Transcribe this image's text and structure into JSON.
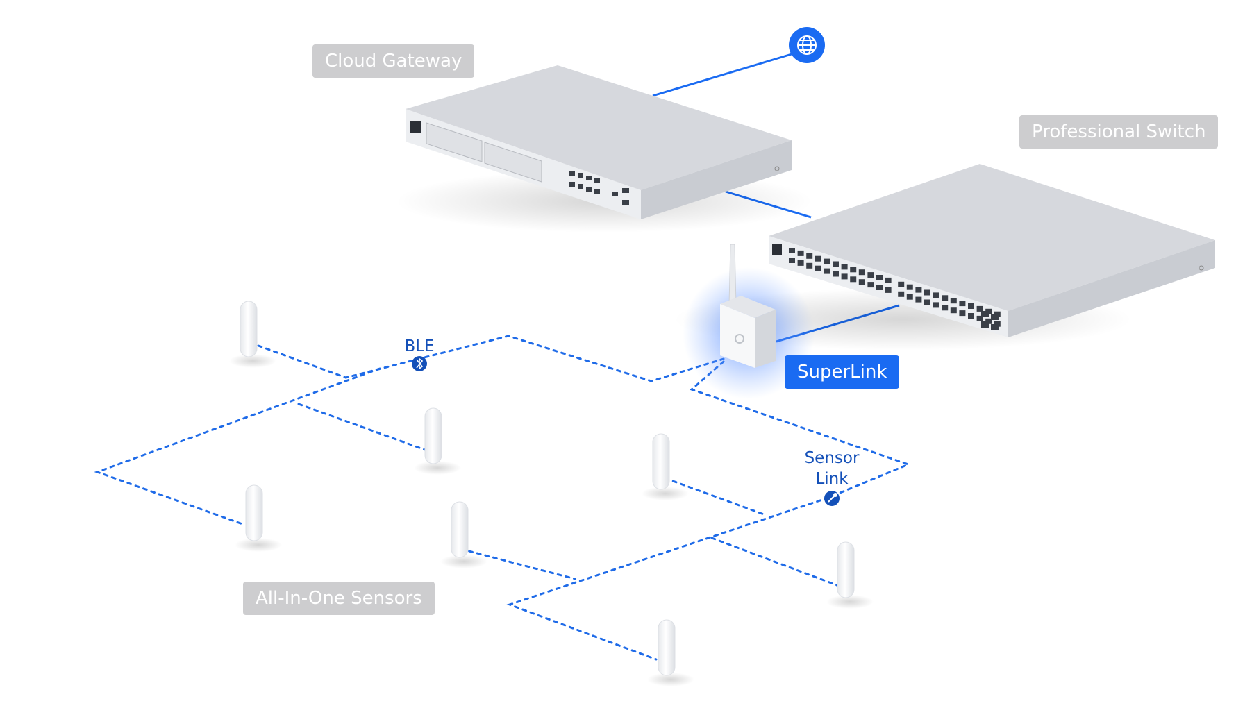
{
  "labels": {
    "cloud_gateway": "Cloud Gateway",
    "professional_switch": "Professional Switch",
    "superlink": "SuperLink",
    "sensors": "All-In-One Sensors"
  },
  "link_labels": {
    "ble": "BLE",
    "sensor_link_line1": "Sensor",
    "sensor_link_line2": "Link"
  },
  "icons": {
    "internet": "globe-icon",
    "ble": "bluetooth-icon",
    "sensor_link": "link-icon"
  },
  "colors": {
    "accent": "#1a6bf2",
    "dashed_link": "#1f6be8",
    "label_muted": "#cdcdcf",
    "device_body": "#d6d8dd"
  }
}
